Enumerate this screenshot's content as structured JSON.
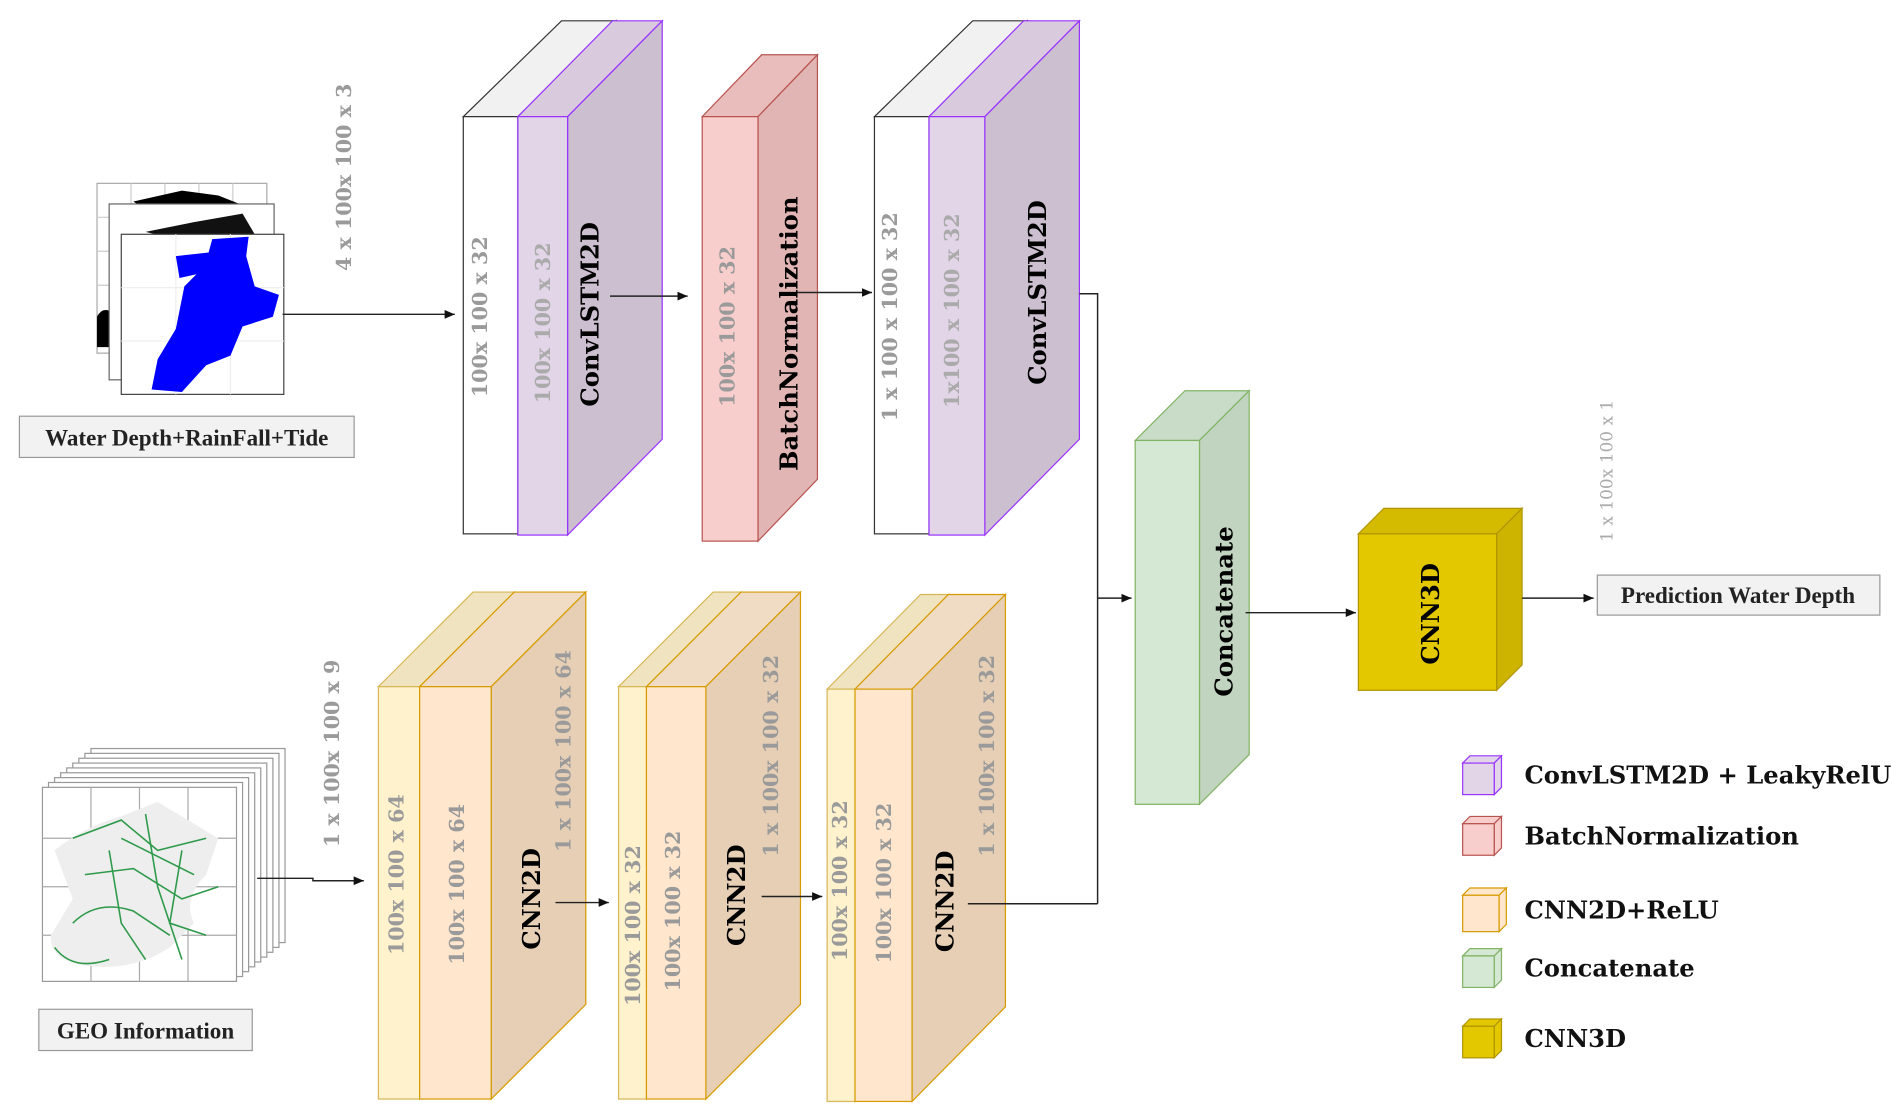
{
  "inputs": {
    "temporal_label": "Water Depth+RainFall+Tide",
    "temporal_shape": "4 x 100x 100 x 3",
    "geo_label": "GEO Information",
    "geo_shape": "1 x 100x 100 x 9"
  },
  "top_branch": {
    "convlstm1": {
      "name": "ConvLSTM2D",
      "input_shape": "100x 100 x 32",
      "output_shape": "100x 100 x 32"
    },
    "batchnorm": {
      "name": "BatchNormalization",
      "shape": "100x 100 x 32"
    },
    "convlstm2": {
      "name": "ConvLSTM2D",
      "input_shape": "1 x 100 x 100 x 32",
      "output_shape": "1x100 x 100 x 32"
    }
  },
  "bottom_branch": {
    "cnn1": {
      "name": "CNN2D",
      "shape_a": "100x 100 x 64",
      "shape_b": "100x 100 x 64",
      "output_shape": "1 x 100x 100 x 64"
    },
    "cnn2": {
      "name": "CNN2D",
      "shape_a": "100x 100 x 32",
      "shape_b": "100x 100 x 32",
      "output_shape": "1 x 100x 100 x 32"
    },
    "cnn3": {
      "name": "CNN2D",
      "shape_a": "100x 100 x 32",
      "shape_b": "100x 100 x 32",
      "output_shape": "1 x 100x 100 x 32"
    }
  },
  "merge": {
    "concat": "Concatenate",
    "cnn3d": "CNN3D",
    "output_shape": "1 x 100x 100 x 1",
    "output_label": "Prediction Water Depth"
  },
  "legend": [
    {
      "label": "ConvLSTM2D + LeakyRelU",
      "color": "#e1d5e7",
      "border": "#9933ff"
    },
    {
      "label": "BatchNormalization",
      "color": "#f8cecc",
      "border": "#b85450"
    },
    {
      "label": "CNN2D+ReLU",
      "color": "#ffe6cc",
      "border": "#d79b00"
    },
    {
      "label": "Concatenate",
      "color": "#d5e8d4",
      "border": "#82b366"
    },
    {
      "label": "CNN3D",
      "color": "#e3c800",
      "border": "#b09500"
    }
  ]
}
